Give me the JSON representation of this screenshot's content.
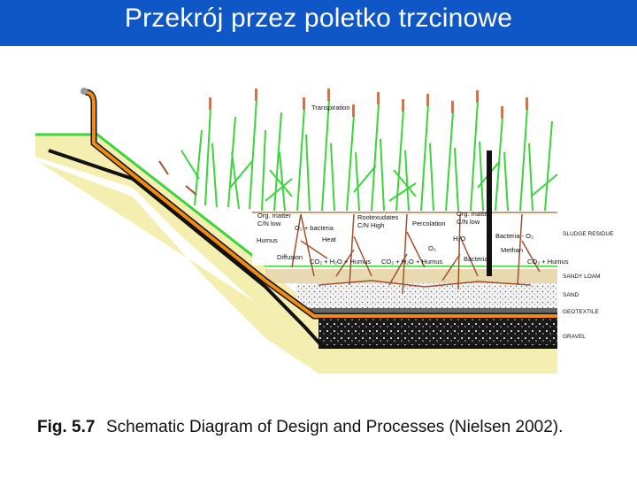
{
  "slide": {
    "title": "Przekrój przez poletko trzcinowe",
    "caption_label": "Fig. 5.7",
    "caption_text": "Schematic Diagram of Design and Processes (Nielsen 2002)."
  },
  "diagram": {
    "labels": {
      "transpiration": "Transpiration",
      "org_matter_left": "Org. matter",
      "cn_low_left": "C/N low",
      "o2_bacteria": "O₂ + bacteria",
      "humus_left": "Humus",
      "heat": "Heat",
      "rootexudates": "Rootexudates",
      "cn_high": "C/N High",
      "percolation": "Percolation",
      "org_matter_right": "Org. matter",
      "cn_low_right": "C/N low",
      "h2o": "H₂O",
      "o2": "O₂",
      "diffusion": "Diffusion",
      "products_1": "CO₂ + H₂O + Humus",
      "products_2": "CO₂ + H₂O + Humus",
      "bacteria_o2": "Bacteria - O₂",
      "methan": "Methan",
      "bacteria": "Bacteria",
      "products_3": "CO₂ + Humus"
    },
    "layers": {
      "sludge_residue": "SLUDGE RESIDUE",
      "sandy_loam": "SANDY LOAM",
      "sand": "SAND",
      "geotextile": "GEOTEXTILE",
      "gravel": "GRAVEL"
    },
    "colors": {
      "title_bar": "#0f57c6",
      "soil": "#f4eeb0",
      "reeds": "#3bd43b",
      "pipe": "#f08a10",
      "liner": "#111111",
      "roots": "#a0522d",
      "sandy_loam": "#e8d9b0",
      "gravel": "#1a1a1a"
    }
  }
}
